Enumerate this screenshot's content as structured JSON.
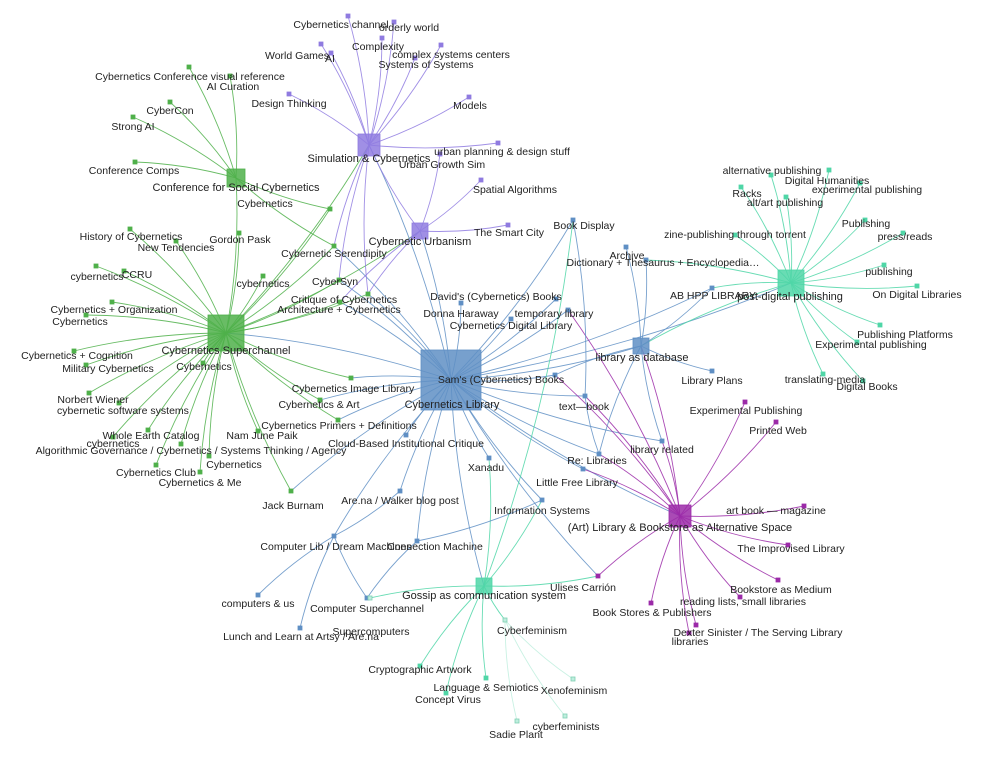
{
  "colors": {
    "green": "#4fb04a",
    "violet": "#8f7be0",
    "blue": "#5f8fc4",
    "teal": "#4fd6a7",
    "magenta": "#9b2aa8",
    "pale": "#bfeede"
  },
  "hubs": [
    {
      "id": "cybernetics_library",
      "label": "Cybernetics Library",
      "color": "blue"
    },
    {
      "id": "cybernetics_superchannel",
      "label": "Cybernetics Superchannel",
      "color": "green"
    },
    {
      "id": "simulation",
      "label": "Simulation & Cybernetics",
      "color": "violet"
    },
    {
      "id": "postdigital",
      "label": "post-digital publishing",
      "color": "teal"
    },
    {
      "id": "altspace",
      "label": "(Art) Library & Bookstore as Alternative Space",
      "color": "magenta"
    },
    {
      "id": "conference",
      "label": "Conference for Social Cybernetics",
      "color": "green"
    },
    {
      "id": "urbanism",
      "label": "Cybernetic Urbanism",
      "color": "violet"
    },
    {
      "id": "gossip",
      "label": "Gossip as communication system",
      "color": "teal"
    },
    {
      "id": "libdb",
      "label": "library as database",
      "color": "blue"
    }
  ],
  "nodes": [
    {
      "id": "cyb_channel",
      "label": "Cybernetics channel",
      "color": "violet"
    },
    {
      "id": "orderly",
      "label": "orderly world",
      "color": "violet"
    },
    {
      "id": "complexity",
      "label": "Complexity",
      "color": "violet"
    },
    {
      "id": "worldgames",
      "label": "World Games",
      "color": "violet"
    },
    {
      "id": "ai",
      "label": "AI",
      "color": "violet"
    },
    {
      "id": "complexcenters",
      "label": "complex systems centers",
      "color": "violet"
    },
    {
      "id": "sos",
      "label": "Systems of Systems",
      "color": "violet"
    },
    {
      "id": "designthinking",
      "label": "Design Thinking",
      "color": "violet"
    },
    {
      "id": "models",
      "label": "Models",
      "color": "violet"
    },
    {
      "id": "urbanplan",
      "label": "urban planning &  design stuff",
      "color": "violet"
    },
    {
      "id": "urbangrowth",
      "label": "Urban Growth Sim",
      "color": "violet"
    },
    {
      "id": "spatial",
      "label": "Spatial Algorithms",
      "color": "violet"
    },
    {
      "id": "smartcity",
      "label": "The Smart City",
      "color": "violet"
    },
    {
      "id": "conf_visual",
      "label": "Cybernetics Conference visual reference",
      "color": "green"
    },
    {
      "id": "ai_curation",
      "label": "AI Curation",
      "color": "green"
    },
    {
      "id": "cybercon",
      "label": "CyberCon",
      "color": "green"
    },
    {
      "id": "strongai",
      "label": "Strong AI",
      "color": "green"
    },
    {
      "id": "confcomps",
      "label": "Conference Comps",
      "color": "green"
    },
    {
      "id": "cybernetics_a",
      "label": "Cybernetics",
      "color": "green"
    },
    {
      "id": "history",
      "label": "History of Cybernetics",
      "color": "green"
    },
    {
      "id": "newtend",
      "label": "New Tendencies",
      "color": "green"
    },
    {
      "id": "pask",
      "label": "Gordon Pask",
      "color": "green"
    },
    {
      "id": "serendipity",
      "label": "Cybernetic Serendipity",
      "color": "green"
    },
    {
      "id": "cyberneticsl",
      "label": "cybernetics",
      "color": "green"
    },
    {
      "id": "ccru",
      "label": "CCRU",
      "color": "green"
    },
    {
      "id": "cyberneticsl2",
      "label": "cybernetics",
      "color": "green"
    },
    {
      "id": "cybersyn",
      "label": "CyberSyn",
      "color": "green"
    },
    {
      "id": "critique",
      "label": "Critique of Cybernetics",
      "color": "green"
    },
    {
      "id": "archcyb",
      "label": "Architecture + Cybernetics",
      "color": "green"
    },
    {
      "id": "cyborg",
      "label": "Cybernetics + Organization",
      "color": "green"
    },
    {
      "id": "cybernetics_b",
      "label": "Cybernetics",
      "color": "green"
    },
    {
      "id": "cogn",
      "label": "Cybernetics + Cognition",
      "color": "green"
    },
    {
      "id": "military",
      "label": "Military Cybernetics",
      "color": "green"
    },
    {
      "id": "cybernetics_c",
      "label": "Cybernetics",
      "color": "green"
    },
    {
      "id": "wiener",
      "label": "Norbert Wiener",
      "color": "green"
    },
    {
      "id": "cybsoft",
      "label": "cybernetic software systems",
      "color": "green"
    },
    {
      "id": "wec",
      "label": "Whole Earth Catalog",
      "color": "green"
    },
    {
      "id": "cyberneticsl3",
      "label": "cybernetics",
      "color": "green"
    },
    {
      "id": "npaik",
      "label": "Nam June Paik",
      "color": "green"
    },
    {
      "id": "algogov",
      "label": "Algorithmic Governance / Cybernetics / Systems Thinking / Agency",
      "color": "green"
    },
    {
      "id": "cybclub",
      "label": "Cybernetics Club",
      "color": "green"
    },
    {
      "id": "cybernetics_d",
      "label": "Cybernetics",
      "color": "green"
    },
    {
      "id": "cybme",
      "label": "Cybernetics & Me",
      "color": "green"
    },
    {
      "id": "imagelib",
      "label": "Cybernetics Image Library",
      "color": "green"
    },
    {
      "id": "cybart",
      "label": "Cybernetics & Art",
      "color": "green"
    },
    {
      "id": "primers",
      "label": "Cybernetics Primers + Definitions",
      "color": "green"
    },
    {
      "id": "burnham",
      "label": "Jack Burnam",
      "color": "green"
    },
    {
      "id": "bookdisplay",
      "label": "Book Display",
      "color": "blue"
    },
    {
      "id": "archive",
      "label": "Archive",
      "color": "blue"
    },
    {
      "id": "dict",
      "label": "Dictionary + Thesaurus + Encyclopedia…",
      "color": "blue"
    },
    {
      "id": "davids",
      "label": "David's (Cybernetics) Books",
      "color": "blue"
    },
    {
      "id": "haraway",
      "label": "Donna Haraway",
      "color": "blue"
    },
    {
      "id": "templib",
      "label": "temporary library",
      "color": "blue"
    },
    {
      "id": "digilib",
      "label": "Cybernetics Digital Library",
      "color": "blue"
    },
    {
      "id": "abhpp",
      "label": "AB HPP LIBRARY",
      "color": "blue"
    },
    {
      "id": "sams",
      "label": "Sam's (Cybernetics) Books",
      "color": "blue"
    },
    {
      "id": "libplans",
      "label": "Library Plans",
      "color": "blue"
    },
    {
      "id": "textbook",
      "label": "text—book",
      "color": "blue"
    },
    {
      "id": "librelated",
      "label": "library related",
      "color": "blue"
    },
    {
      "id": "relibs",
      "label": "Re: Libraries",
      "color": "blue"
    },
    {
      "id": "cloud",
      "label": "Cloud-Based Institutional Critique",
      "color": "blue"
    },
    {
      "id": "xanadu",
      "label": "Xanadu",
      "color": "blue"
    },
    {
      "id": "lfl",
      "label": "Little Free Library",
      "color": "blue"
    },
    {
      "id": "arena",
      "label": "Are.na / Walker blog post",
      "color": "blue"
    },
    {
      "id": "infosys",
      "label": "Information Systems",
      "color": "blue"
    },
    {
      "id": "complib",
      "label": "Computer Lib / Dream Machines",
      "color": "blue"
    },
    {
      "id": "connmach",
      "label": "Connection Machine",
      "color": "blue"
    },
    {
      "id": "compus",
      "label": "computers & us",
      "color": "blue"
    },
    {
      "id": "compsuper",
      "label": "Computer Superchannel",
      "color": "blue"
    },
    {
      "id": "lunch",
      "label": "Lunch and Learn at Artsy / Are.na",
      "color": "blue"
    },
    {
      "id": "altpub",
      "label": "alternative publishing",
      "color": "teal"
    },
    {
      "id": "dighum",
      "label": "Digital Humanities",
      "color": "teal"
    },
    {
      "id": "racks",
      "label": "Racks",
      "color": "teal"
    },
    {
      "id": "exppub",
      "label": "experimental publishing",
      "color": "teal"
    },
    {
      "id": "altart",
      "label": "alt/art publishing",
      "color": "teal"
    },
    {
      "id": "publishingC",
      "label": "Publishing",
      "color": "teal"
    },
    {
      "id": "pressreads",
      "label": "press/reads",
      "color": "teal"
    },
    {
      "id": "zine",
      "label": "zine-publishing through torrent",
      "color": "teal"
    },
    {
      "id": "publishingl",
      "label": "publishing",
      "color": "teal"
    },
    {
      "id": "ondiglib",
      "label": "On Digital Libraries",
      "color": "teal"
    },
    {
      "id": "pubplat",
      "label": "Publishing Platforms",
      "color": "teal"
    },
    {
      "id": "exppub2",
      "label": "Experimental publishing",
      "color": "teal"
    },
    {
      "id": "translating",
      "label": "translating-media",
      "color": "teal"
    },
    {
      "id": "digbooks",
      "label": "Digital Books",
      "color": "teal"
    },
    {
      "id": "exppub3",
      "label": "Experimental Publishing",
      "color": "magenta"
    },
    {
      "id": "printedweb",
      "label": "Printed Web",
      "color": "magenta"
    },
    {
      "id": "artbook",
      "label": "art book — magazine",
      "color": "magenta"
    },
    {
      "id": "improvised",
      "label": "The Improvised Library",
      "color": "magenta"
    },
    {
      "id": "ulises",
      "label": "Ulises Carrión",
      "color": "magenta"
    },
    {
      "id": "bsmedium",
      "label": "Bookstore as Medium",
      "color": "magenta"
    },
    {
      "id": "readinglists",
      "label": "reading lists, small libraries",
      "color": "magenta"
    },
    {
      "id": "bsp",
      "label": "Book Stores & Publishers",
      "color": "magenta"
    },
    {
      "id": "dexter",
      "label": "Dexter Sinister / The Serving Library",
      "color": "magenta"
    },
    {
      "id": "libraries",
      "label": "libraries",
      "color": "magenta"
    },
    {
      "id": "supercomp",
      "label": "Supercomputers",
      "color": "pale"
    },
    {
      "id": "cyberfem",
      "label": "Cyberfeminism",
      "color": "pale"
    },
    {
      "id": "crypto",
      "label": "Cryptographic Artwork",
      "color": "teal"
    },
    {
      "id": "langsem",
      "label": "Language & Semiotics",
      "color": "teal"
    },
    {
      "id": "concvirus",
      "label": "Concept Virus",
      "color": "teal"
    },
    {
      "id": "xenofem",
      "label": "Xenofeminism",
      "color": "pale"
    },
    {
      "id": "cyberfems",
      "label": "cyberfeminists",
      "color": "pale"
    },
    {
      "id": "sadie",
      "label": "Sadie Plant",
      "color": "pale"
    }
  ]
}
